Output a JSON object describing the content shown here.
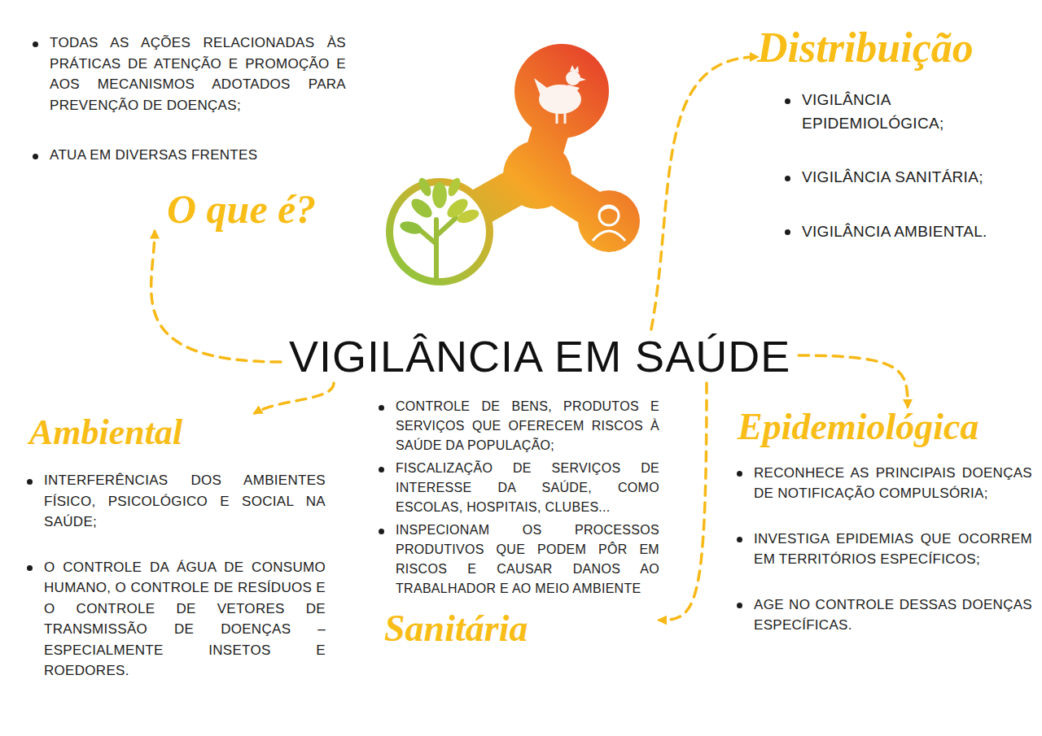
{
  "diagram": {
    "nodes": [
      {
        "text": [
          "TODAS AS AÇÕES RELACIONADAS ÀS PRÁTICAS DE ATENÇÃO E PROMOÇÃO E AOS MECANISMOS ADOTADOS PARA PREVENÇÃO DE DOENÇAS;",
          "ATUA EM DIVERSAS FRENTES",
          "O que é?"
        ]
      },
      {
        "text": [
          "Distribuição",
          "VIGILÂNCIA EPIDEMIOLÓGICA;",
          "VIGILÂNCIA SANITÁRIA;",
          "VIGILÂNCIA AMBIENTAL."
        ]
      },
      {
        "text": [
          "VIGILÂNCIA EM SAÚDE"
        ]
      },
      {
        "text": [
          "Ambiental",
          "INTERFERÊNCIAS DOS AMBIENTES FÍSICO, PSICOLÓGICO E SOCIAL NA SAÚDE;",
          "O CONTROLE DA ÁGUA DE CONSUMO HUMANO, O CONTROLE DE RESÍDUOS E O CONTROLE DE VETORES DE TRANSMISSÃO DE DOENÇAS – ESPECIALMENTE INSETOS E ROEDORES."
        ]
      },
      {
        "text": [
          "CONTROLE DE BENS, PRODUTOS E SERVIÇOS QUE OFERECEM RISCOS À SAÚDE DA POPULAÇÃO;",
          "FISCALIZAÇÃO DE SERVIÇOS DE INTERESSE DA SAÚDE, COMO ESCOLAS, HOSPITAIS, CLUBES...",
          "INSPECIONAM OS PROCESSOS PRODUTIVOS QUE PODEM PÔR EM RISCOS E CAUSAR DANOS AO TRABALHADOR E AO MEIO AMBIENTE",
          "Sanitária"
        ]
      },
      {
        "text": [
          "Epidemiológica",
          "RECONHECE AS PRINCIPAIS DOENÇAS DE NOTIFICAÇÃO COMPULSÓRIA;",
          "INVESTIGA EPIDEMIAS QUE OCORREM EM TERRITÓRIOS ESPECÍFICOS;",
          "AGE NO CONTROLE DESSAS DOENÇAS ESPECÍFICAS."
        ]
      }
    ],
    "edges": [
      {
        "from": 2,
        "to": 0,
        "arrow": "to"
      },
      {
        "from": 2,
        "to": 1,
        "arrow": "to"
      },
      {
        "from": 2,
        "to": 5,
        "arrow": "to"
      },
      {
        "from": 2,
        "to": 4,
        "arrow": "to"
      },
      {
        "from": 2,
        "to": 3,
        "arrow": "to"
      }
    ]
  }
}
